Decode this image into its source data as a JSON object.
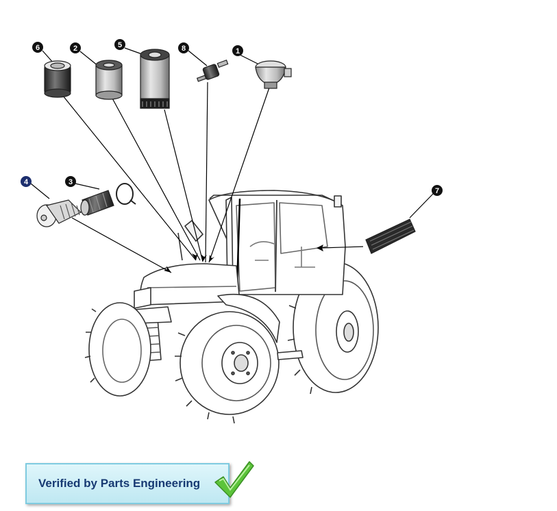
{
  "callouts": [
    {
      "id": "callout-1",
      "label": "1",
      "color": "#111111"
    },
    {
      "id": "callout-2",
      "label": "2",
      "color": "#111111"
    },
    {
      "id": "callout-3",
      "label": "3",
      "color": "#111111"
    },
    {
      "id": "callout-4",
      "label": "4",
      "color": "#1d2f6e"
    },
    {
      "id": "callout-5",
      "label": "5",
      "color": "#111111"
    },
    {
      "id": "callout-6",
      "label": "6",
      "color": "#111111"
    },
    {
      "id": "callout-7",
      "label": "7",
      "color": "#111111"
    },
    {
      "id": "callout-8",
      "label": "8",
      "color": "#111111"
    }
  ],
  "badge": {
    "text": "Verified by Parts Engineering",
    "check_color": "#5cc43a"
  },
  "icons": {
    "badge_check": "checkmark-icon"
  }
}
